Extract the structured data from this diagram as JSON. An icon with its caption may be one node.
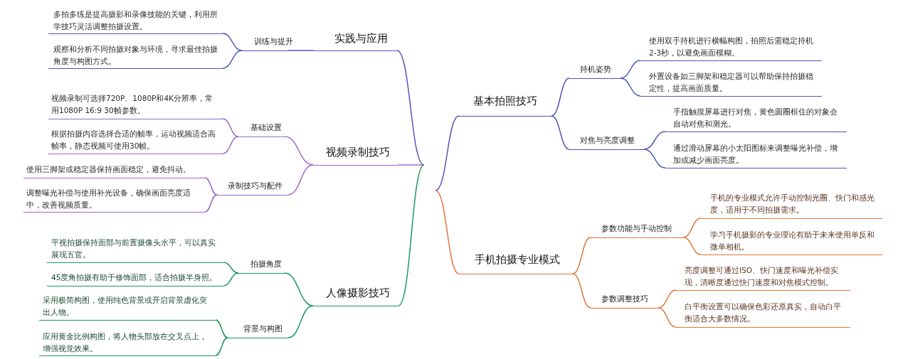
{
  "diagram": {
    "nodes": [
      {
        "text": [
          "实践与应用"
        ]
      },
      {
        "text": [
          "训练与提升"
        ]
      },
      {
        "text": [
          "多拍多练是提高摄影和录像技能的关键，利用所学技巧灵活调整拍摄设置。"
        ]
      },
      {
        "text": [
          "观察和分析不同拍摄对象与环境，寻求最佳拍摄角度与构图方式。"
        ]
      },
      {
        "text": [
          "视频录制技巧"
        ]
      },
      {
        "text": [
          "基础设置"
        ]
      },
      {
        "text": [
          "视频录制可选择720P、1080P和4K分辨率，常用1080P 16:9 30帧参数。"
        ]
      },
      {
        "text": [
          "根据拍摄内容选择合适的帧率，运动视频适合高帧率，静态视频可使用30帧。"
        ]
      },
      {
        "text": [
          "录制技巧与配件"
        ]
      },
      {
        "text": [
          "使用三脚架或稳定器保持画面稳定，避免抖动。"
        ]
      },
      {
        "text": [
          "调整曝光补偿与使用补光设备，确保画面亮度适中，改善视频质量。"
        ]
      },
      {
        "text": [
          "人像摄影技巧"
        ]
      },
      {
        "text": [
          "拍摄角度"
        ]
      },
      {
        "text": [
          "平视拍摄保持面部与前置摄像头水平，可以真实展现五官。"
        ]
      },
      {
        "text": [
          "45度角拍摄有助于修饰面部，适合拍摄半身照。"
        ]
      },
      {
        "text": [
          "背景与构图"
        ]
      },
      {
        "text": [
          "采用极简构图，使用纯色背景或开启背景虚化突出人物。"
        ]
      },
      {
        "text": [
          "应用黄金比例构图，将人物头部放在交叉点上，增强视觉效果。"
        ]
      },
      {
        "text": [
          "基本拍照技巧"
        ]
      },
      {
        "text": [
          "持机姿势"
        ]
      },
      {
        "text": [
          "使用双手持机进行横幅构图，拍照后需稳定持机2-3秒，以避免画面模糊。"
        ]
      },
      {
        "text": [
          "外置设备如三脚架和稳定器可以帮助保持拍摄稳定性，提高画面质量。"
        ]
      },
      {
        "text": [
          "对焦与亮度调整"
        ]
      },
      {
        "text": [
          "手指触摸屏幕进行对焦，黄色圆圈框住的对象会自动对焦和测光。"
        ]
      },
      {
        "text": [
          "通过滑动屏幕的小太阳图标来调整曝光补偿，增加或减少画面亮度。"
        ]
      },
      {
        "text": [
          "手机拍摄专业模式"
        ]
      },
      {
        "text": [
          "参数功能与手动控制"
        ]
      },
      {
        "text": [
          "手机的专业模式允许手动控制光圈、快门和感光度，适用于不同拍摄需求。"
        ]
      },
      {
        "text": [
          "学习手机摄影的专业理论有助于未来使用单反和微单相机。"
        ]
      },
      {
        "text": [
          "参数调整技巧"
        ]
      },
      {
        "text": [
          "亮度调整可通过ISO、快门速度和曝光补偿实现，清晰度通过快门速度和对焦模式控制。"
        ]
      },
      {
        "text": [
          "白平衡设置可以确保色彩还原真实，自动白平衡适合大多数情况。"
        ]
      }
    ],
    "edges": [
      {
        "from": null,
        "to": 0,
        "arrow": "none"
      },
      {
        "from": 0,
        "to": 1,
        "arrow": "none"
      },
      {
        "from": 1,
        "to": 2,
        "arrow": "none"
      },
      {
        "from": 1,
        "to": 3,
        "arrow": "none"
      },
      {
        "from": null,
        "to": 4,
        "arrow": "none",
        "color": "#a065c8"
      },
      {
        "from": 4,
        "to": 5,
        "arrow": "none",
        "color": "#a065c8"
      },
      {
        "from": 5,
        "to": 6,
        "arrow": "none",
        "color": "#a065c8"
      },
      {
        "from": 5,
        "to": 7,
        "arrow": "none",
        "color": "#a065c8"
      },
      {
        "from": 4,
        "to": 8,
        "arrow": "none",
        "color": "#a065c8"
      },
      {
        "from": 8,
        "to": 9,
        "arrow": "none",
        "color": "#a065c8"
      },
      {
        "from": 8,
        "to": 10,
        "arrow": "none",
        "color": "#a065c8"
      },
      {
        "from": null,
        "to": 11,
        "arrow": "none",
        "color": "#1e9a5c"
      },
      {
        "from": 11,
        "to": 12,
        "arrow": "none",
        "color": "#1e9a5c"
      },
      {
        "from": 12,
        "to": 13,
        "arrow": "none",
        "color": "#1e9a5c"
      },
      {
        "from": 12,
        "to": 14,
        "arrow": "none",
        "color": "#1e9a5c"
      },
      {
        "from": 11,
        "to": 15,
        "arrow": "none",
        "color": "#1e9a5c"
      },
      {
        "from": 15,
        "to": 16,
        "arrow": "none",
        "color": "#1e9a5c"
      },
      {
        "from": 15,
        "to": 17,
        "arrow": "none",
        "color": "#1e9a5c"
      },
      {
        "from": null,
        "to": 18,
        "arrow": "none"
      },
      {
        "from": 18,
        "to": 19,
        "arrow": "none"
      },
      {
        "from": 19,
        "to": 20,
        "arrow": "none"
      },
      {
        "from": 19,
        "to": 21,
        "arrow": "none"
      },
      {
        "from": 18,
        "to": 22,
        "arrow": "none"
      },
      {
        "from": 22,
        "to": 23,
        "arrow": "none"
      },
      {
        "from": 22,
        "to": 24,
        "arrow": "none"
      },
      {
        "from": null,
        "to": 25,
        "arrow": "none",
        "color": "#e0773a"
      },
      {
        "from": 25,
        "to": 26,
        "arrow": "none",
        "color": "#e0773a"
      },
      {
        "from": 26,
        "to": 27,
        "arrow": "none",
        "color": "#e0773a"
      },
      {
        "from": 26,
        "to": 28,
        "arrow": "none",
        "color": "#e0773a"
      },
      {
        "from": 25,
        "to": 29,
        "arrow": "none",
        "color": "#e0773a"
      },
      {
        "from": 29,
        "to": 30,
        "arrow": "none",
        "color": "#e0773a"
      },
      {
        "from": 29,
        "to": 31,
        "arrow": "none",
        "color": "#e0773a"
      }
    ]
  }
}
